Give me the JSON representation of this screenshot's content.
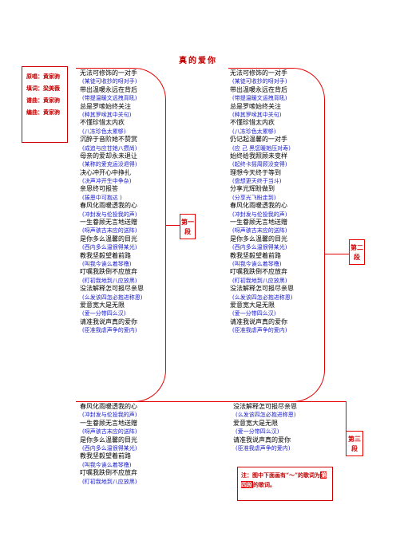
{
  "title": "真的爱你",
  "credits": [
    "原唱：黄家驹",
    "填词：梁美薇",
    "谱曲：黄家驹",
    "编曲：黄家驹"
  ],
  "left": [
    [
      "无法可修饰的一对手",
      "(某徒可收抄的呀对手)"
    ],
    [
      "带出温暖永远在背后",
      "(带提温暖文远拽背吼)"
    ],
    [
      "总是罗嗦始终关注",
      "(种其罗嗦其中关句)"
    ],
    [
      "不懂珍惜太内疚",
      "(八冻珍色太累够)"
    ],
    [
      "沉醉于音阶她不赞赏",
      "(成追与应甘她八攒尚)"
    ],
    [
      "母亲的爱却永未退让",
      "(某称的爱克运没退得)"
    ],
    [
      "决心冲开心中挣扎",
      "(决声冲开生中争杂)"
    ],
    [
      "亲恩终可报答",
      "(揍恩中可抱达  )"
    ],
    [
      "春风化雨暖透我的心",
      "(冲封发与伦投我的声)"
    ],
    [
      "一生眷顾无言地送赠",
      "(呀声骇古末应的送阵)"
    ],
    [
      "是你多么温馨的目光",
      "(西内多么温很得某光)"
    ],
    [
      "教我坚毅望着前路",
      "(叫我今诶么着琴橹)"
    ],
    [
      "叮嘱我跌倒不应放弃",
      "(盯初我地到八应放黑)"
    ],
    [
      "没法解释怎可报尽亲恩",
      "(么发该四怎必抱进称恩)"
    ],
    [
      "爱意宽大是无限",
      "(爱一分带四么汉)"
    ],
    [
      "请准我说声真的爱你",
      "(臣准我虐声争的爱内)"
    ]
  ],
  "right": [
    [
      "无法可修饰的一对手",
      "(某徒可收抄的呀对手)"
    ],
    [
      "带出温暖永远在背后",
      "(带提温暖文运拽背吼)"
    ],
    [
      "总是罗嗦始终关注",
      "(种其罗嗦其中关句)"
    ],
    [
      "不懂珍惜太内疚",
      "(八冻珍色太累够)"
    ],
    [
      "仍记起温馨的一对手",
      "(应 己 黑您暖她压对寿)"
    ],
    [
      "始终给我照顾未变样",
      "(起终卡摇周顾没变得)"
    ],
    [
      "理想今天终于等到",
      "(盘想更天终于当斗)"
    ],
    [
      "分享光辉盼做到",
      "(分享光飞盼走到)"
    ],
    [
      "春风化雨暖透我的心",
      "(冲封发与伦投我的声)"
    ],
    [
      "一生眷顾无言地送赠",
      "(呀声骇古末应的送阵)"
    ],
    [
      "是你多么温馨的目光",
      "(西内多么温很得某光)"
    ],
    [
      "教我坚毅望着前路",
      "(叫我今诶么着琴橹)"
    ],
    [
      "叮嘱我跌倒不应放弃",
      "(盯初我地到八应放黑)"
    ],
    [
      "没法解释怎可报尽亲恩",
      "(么发该四怎必抱进称恩)"
    ],
    [
      "爱意宽大是无限",
      "(爱一分带四么汉)"
    ],
    [
      "请准我说声真的爱你",
      "(臣准我虐声争的爱内)"
    ]
  ],
  "bottom_left": [
    [
      "春风化雨暖透我的心",
      "(冲封发与伦投我的声)"
    ],
    [
      "一生眷顾无言地送赠",
      "(呀声骇古末应的送阵)"
    ],
    [
      "是你多么温馨的目光",
      "(西内多么温很得某光)"
    ],
    [
      "教我坚毅望着前路",
      "(叫我今诶么着琴橹)"
    ],
    [
      "叮嘱我跌倒不应放弃",
      "(盯初我地到八应放黑)"
    ]
  ],
  "bottom_right": [
    [
      "没法解释怎可报尽亲恩",
      "(么发该四怎必抱进称恩)"
    ],
    [
      "爱意宽大是无限",
      "(爱一分带四么汉)"
    ],
    [
      "请准我说声真的爱你",
      "(臣准我虐声争的爱内)"
    ]
  ],
  "section1": "第一段",
  "section2": "第二段",
  "section3": "第三段",
  "note": {
    "prefix": "注：图中下面画有“～”的歌词为",
    "highlight": "第四段",
    "suffix": "的歌词。"
  }
}
